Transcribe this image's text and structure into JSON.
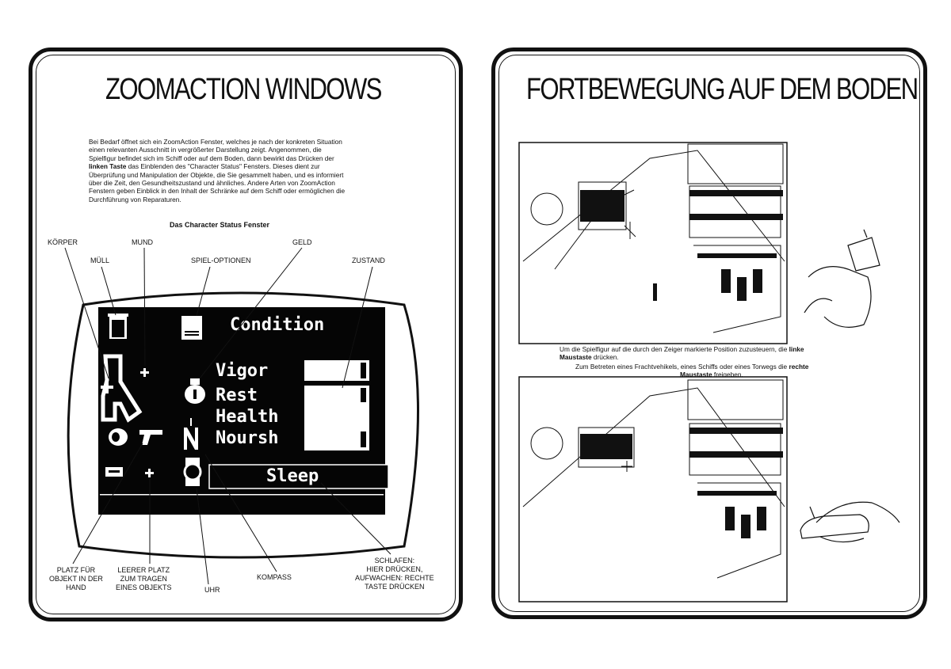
{
  "left_panel": {
    "title": "ZOOMACTION WINDOWS",
    "intro_lines": [
      "Bei Bedarf öffnet sich ein ZoomAction Fenster, welches je nach der konkreten Situation",
      "einen relevanten Ausschnitt in vergrößerter Darstellung zeigt. Angenommen, die",
      "Spielfigur befindet sich im Schiff oder auf dem Boden, dann bewirkt das Drücken der",
      "das Einblenden des \"Character Status\" Fensters. Dieses dient zur",
      "Überprüfung und Manipulation der Objekte, die Sie gesammelt haben, und es informiert",
      "über die Zeit, den Gesundheitszustand und ähnliches. Andere Arten von ZoomAction",
      "Fenstern geben Einblick in den Inhalt der Schränke auf dem Schiff oder ermöglichen die",
      "Durchführung von Reparaturen."
    ],
    "intro_bold": "linken Taste",
    "subtitle": "Das Character Status Fenster",
    "labels": {
      "koerper": "KÖRPER",
      "mund": "MUND",
      "geld": "GELD",
      "muell": "MÜLL",
      "spiel_optionen": "SPIEL-OPTIONEN",
      "zustand": "ZUSTAND",
      "platz_fuer": "PLATZ FÜR\nOBJEKT IN DER\nHAND",
      "leerer_platz": "LEERER PLATZ\nZUM TRAGEN\nEINES OBJEKTS",
      "uhr": "UHR",
      "kompass": "KOMPASS",
      "schlafen": "SCHLAFEN:\nHIER DRÜCKEN,\nAUFWACHEN: RECHTE\nTASTE DRÜCKEN"
    },
    "screen": {
      "condition": "Condition",
      "vigor": "Vigor",
      "rest": "Rest",
      "health": "Health",
      "noursh": "Noursh",
      "sleep": "Sleep"
    }
  },
  "right_panel": {
    "title": "FORTBEWEGUNG AUF DEM BODEN",
    "caption1_line1_pre": "Um die Spielfigur auf die durch den Zeiger markierte Position zuzusteuern, die",
    "caption1_line1_bold": "linke",
    "caption1_line2_bold": "Maustaste",
    "caption1_line2_post": "drücken.",
    "caption2_pre": "Zum Betreten eines Frachtvehikels, eines Schiffs oder eines Torwegs die",
    "caption2_bold1": "rechte",
    "caption2_bold2": "Maustaste",
    "caption2_post": "freigeben."
  }
}
